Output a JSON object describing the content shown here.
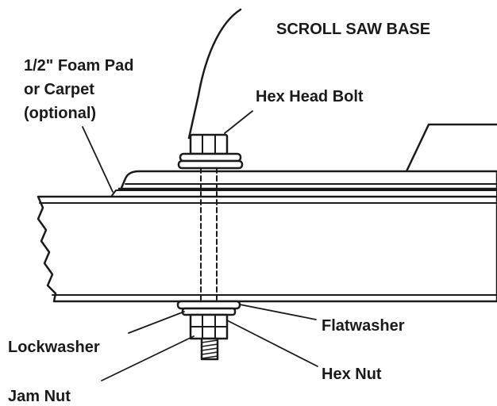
{
  "title": "SCROLL SAW BASE",
  "labels": {
    "foam_pad_line1": "1/2\" Foam Pad",
    "foam_pad_line2": "or Carpet",
    "foam_pad_line3": "(optional)",
    "hex_head_bolt": "Hex Head Bolt",
    "flatwasher": "Flatwasher",
    "lockwasher": "Lockwasher",
    "hex_nut": "Hex Nut",
    "jam_nut": "Jam Nut"
  }
}
